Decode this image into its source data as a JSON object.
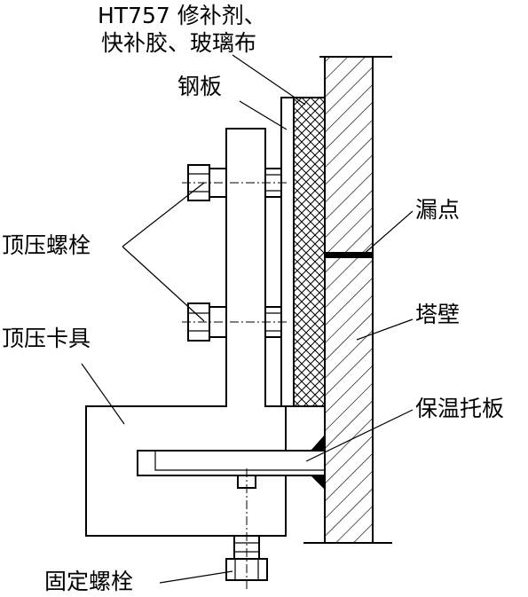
{
  "labels": {
    "repair_agent": "HT757 修补剂、",
    "quick_glue": "快补胶、玻璃布",
    "steel_plate": "钢板",
    "leak_point": "漏点",
    "top_bolt": "顶压螺栓",
    "tower_wall": "塔壁",
    "top_clamp": "顶压卡具",
    "insulation_plate": "保温托板",
    "fixing_bolt": "固定螺栓"
  }
}
